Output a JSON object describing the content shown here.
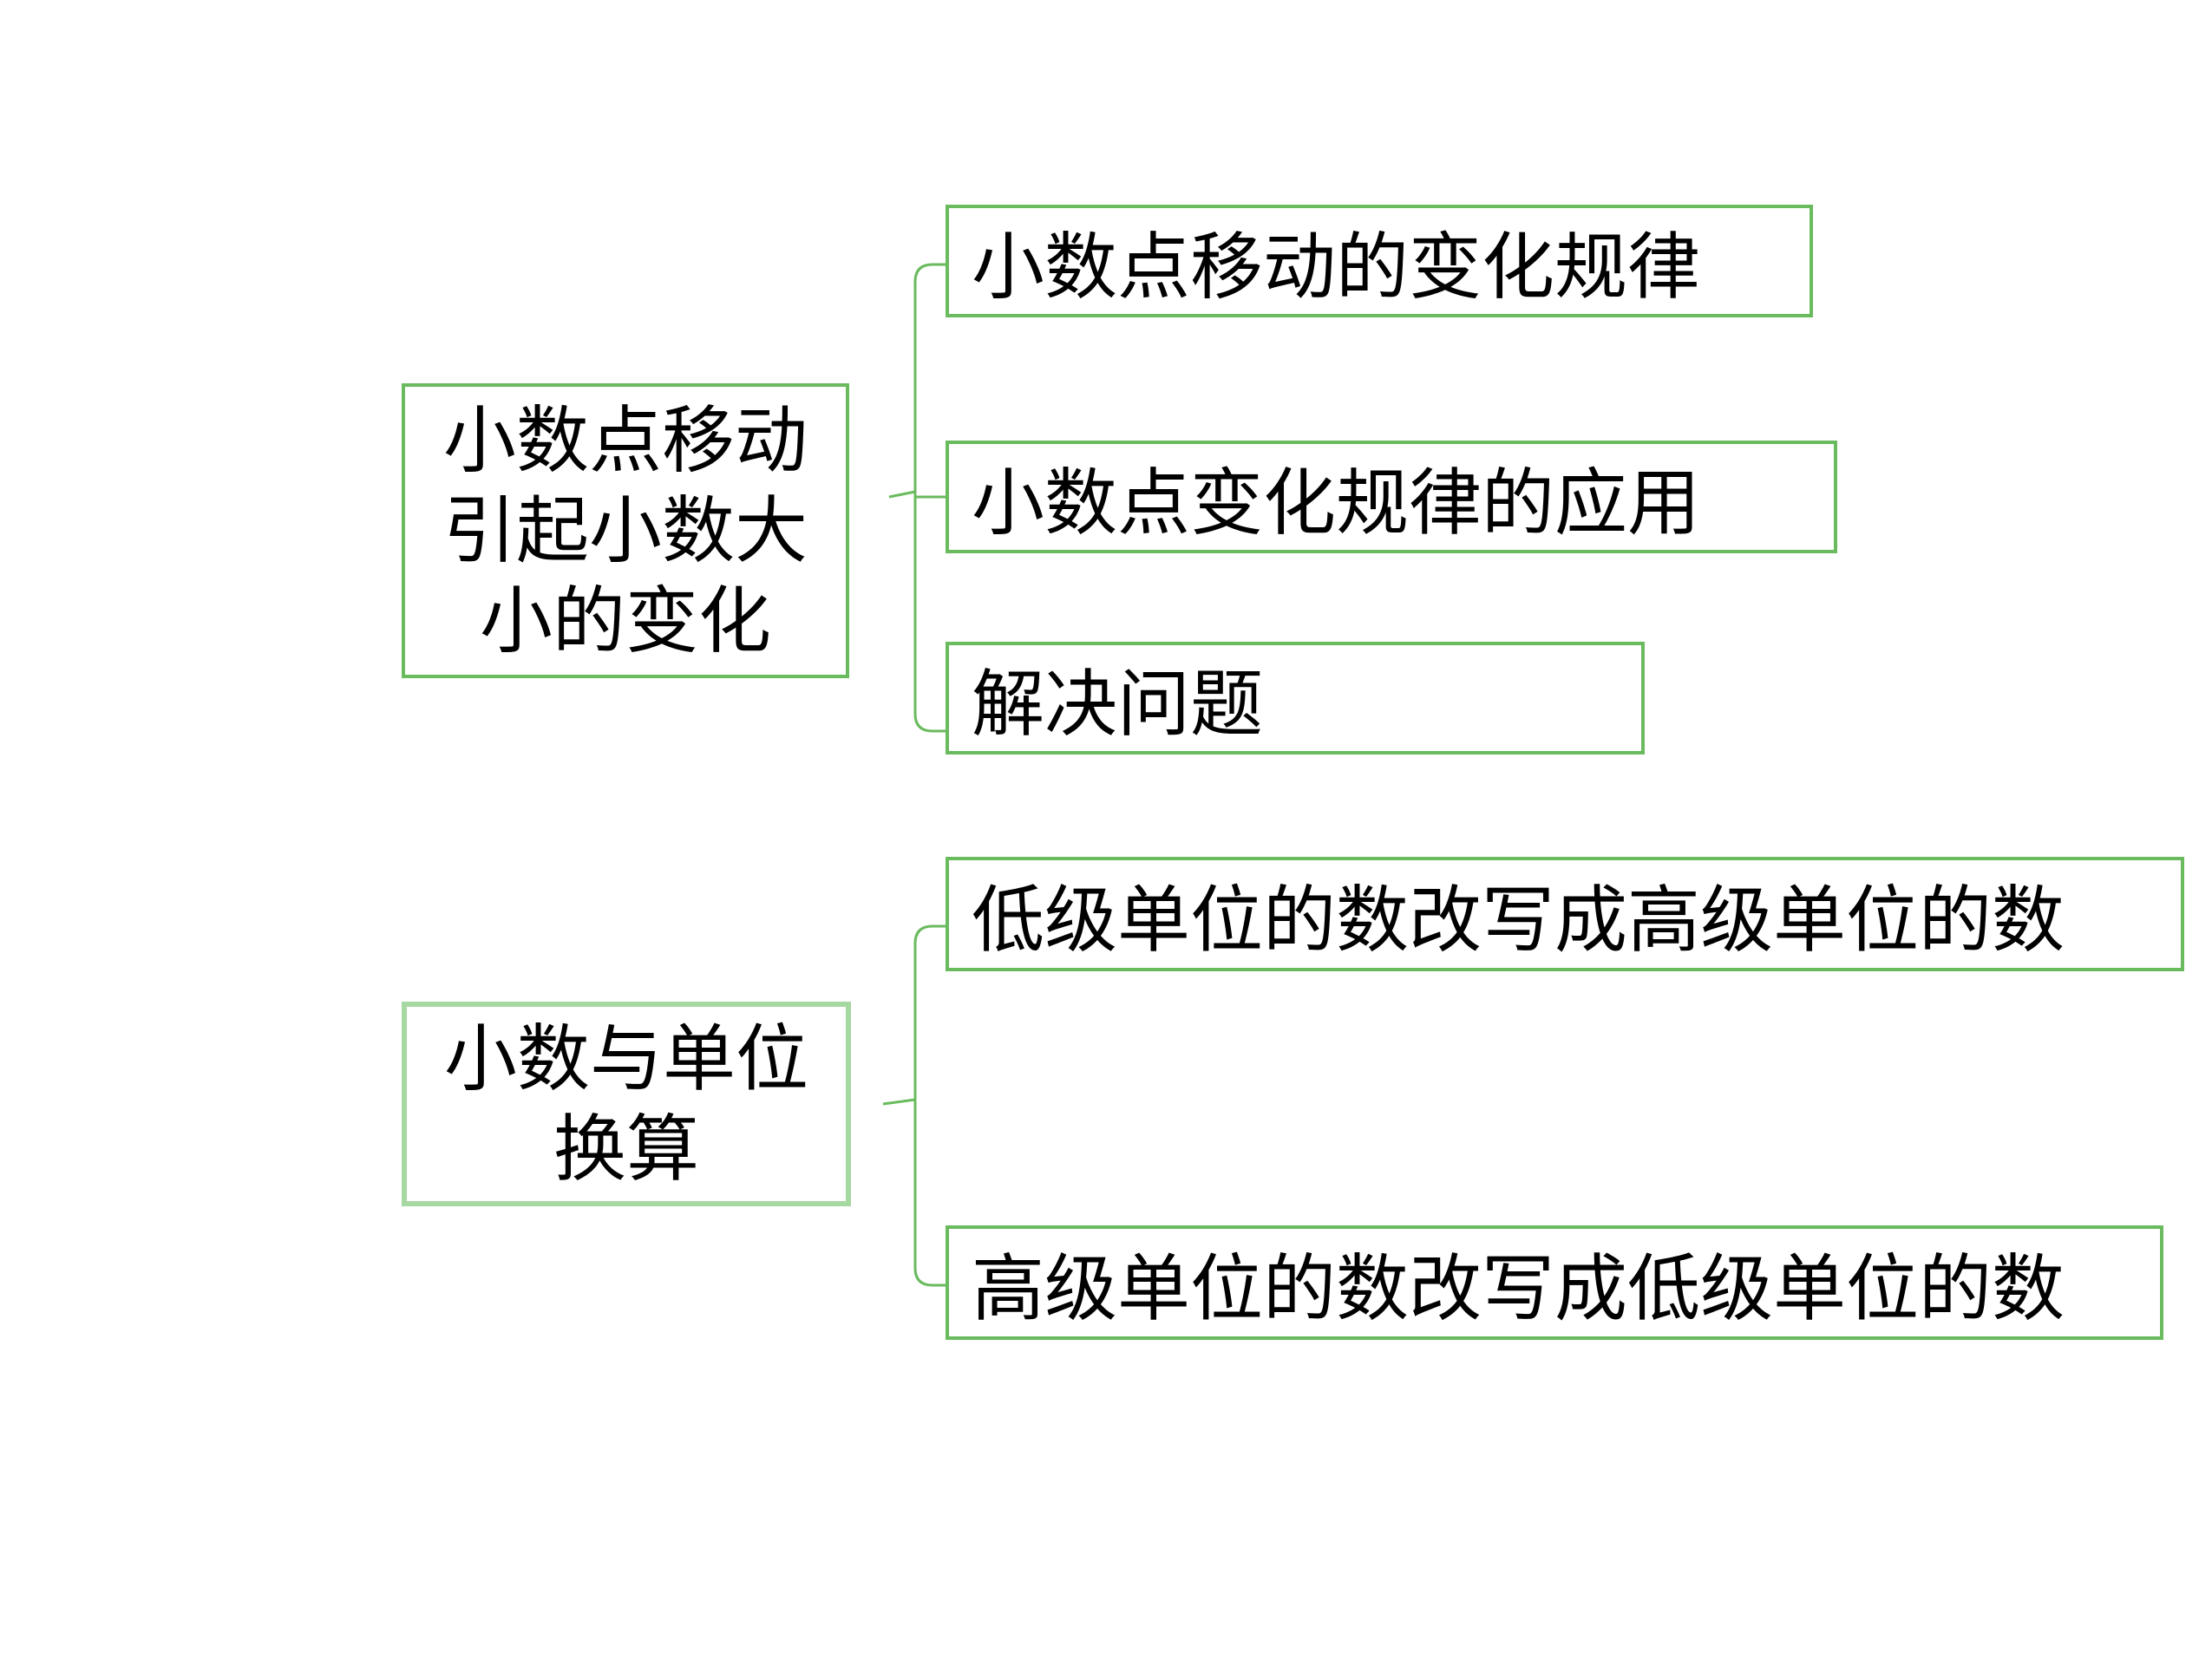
{
  "diagram": {
    "groups": [
      {
        "root": "小数点移动引起小数大小的变化",
        "children": [
          "小数点移动的变化规律",
          "小数点变化规律的应用",
          "解决问题"
        ]
      },
      {
        "root": "小数与单位换算",
        "children": [
          "低级单位的数改写成高级单位的数",
          "高级单位的数改写成低级单位的数"
        ]
      }
    ],
    "colors": {
      "border": "#6aba5e",
      "border_light": "#a6d8a1",
      "text": "#000000",
      "background": "#ffffff"
    }
  }
}
